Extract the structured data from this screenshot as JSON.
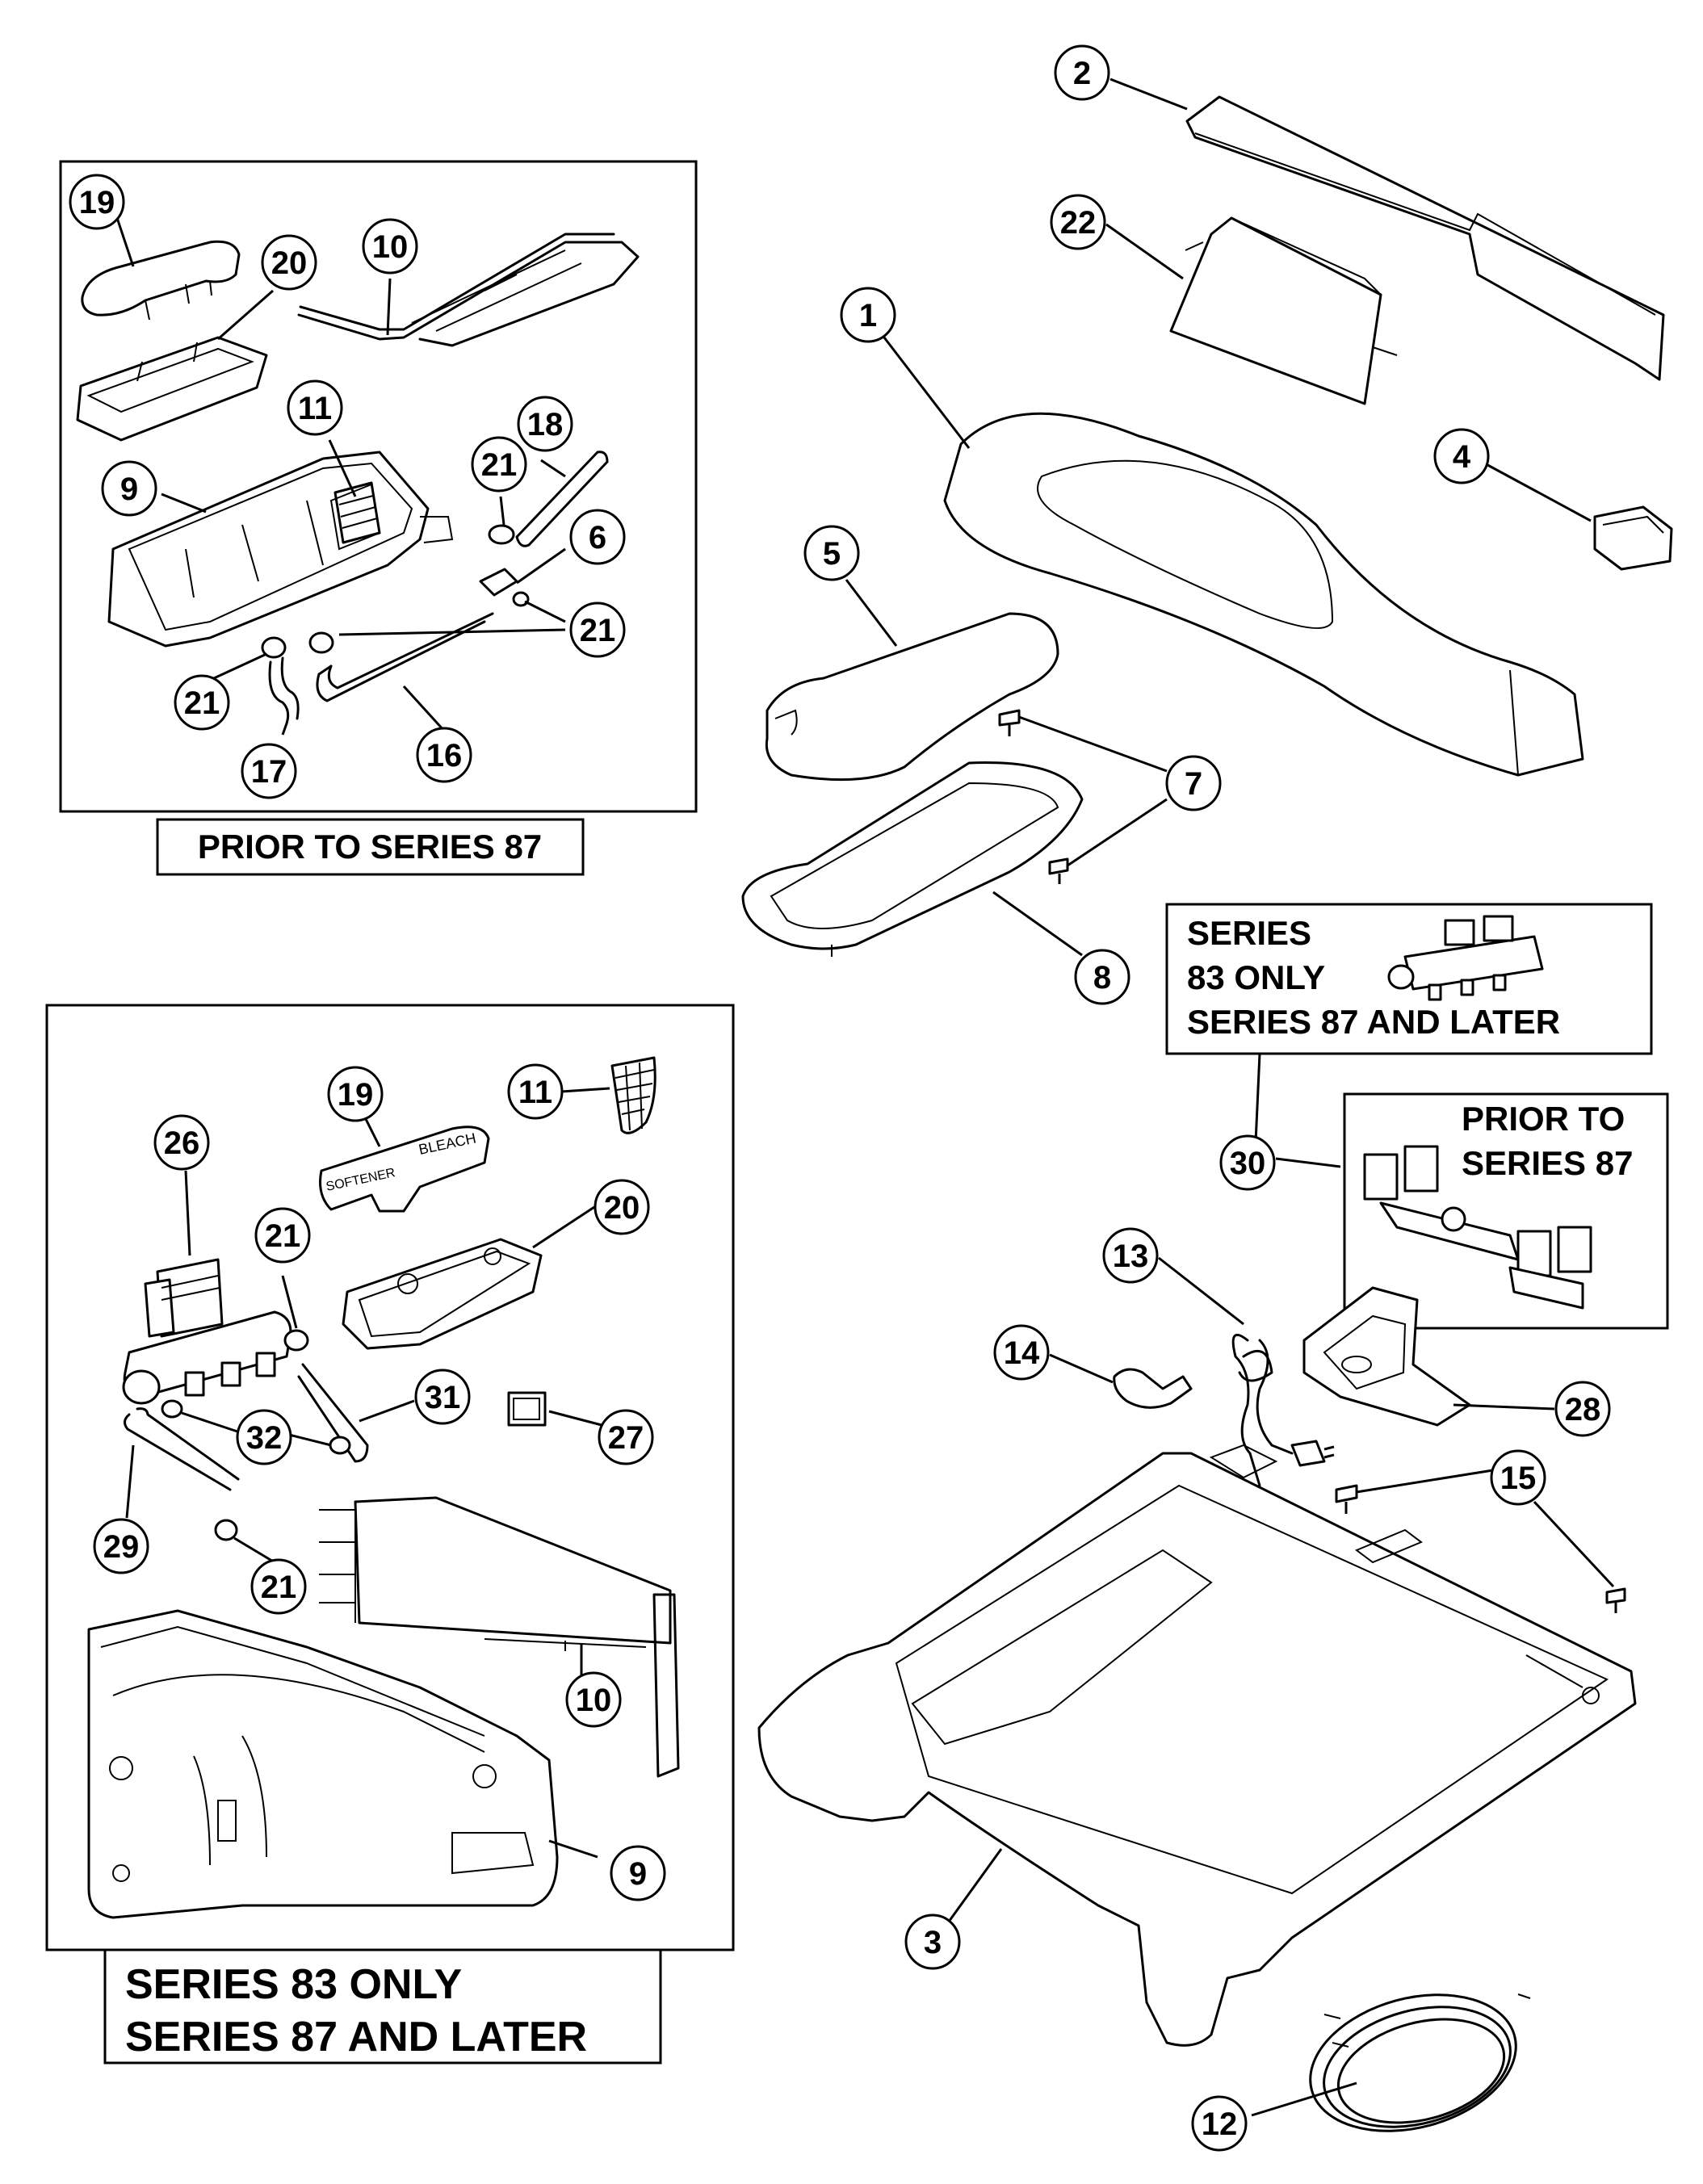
{
  "box_labels": {
    "prior_to_87": "PRIOR TO SERIES 87",
    "series_83_line1": "SERIES  83  ONLY",
    "series_83_line2": "SERIES 87 AND LATER",
    "valve_line1": "SERIES",
    "valve_line2": "83 ONLY",
    "valve_line3": "SERIES 87 AND LATER",
    "valve_prior_line1": "PRIOR TO",
    "valve_prior_line2": "SERIES 87"
  },
  "callouts": {
    "c1": "1",
    "c2": "2",
    "c3": "3",
    "c4": "4",
    "c5": "5",
    "c7": "7",
    "c8": "8",
    "c12": "12",
    "c13": "13",
    "c14": "14",
    "c15": "15",
    "c22": "22",
    "c28": "28",
    "c30": "30",
    "a19": "19",
    "a20": "20",
    "a10": "10",
    "a11": "11",
    "a18": "18",
    "a21a": "21",
    "a9": "9",
    "a6": "6",
    "a21b": "21",
    "a21c": "21",
    "a17": "17",
    "a16": "16",
    "b19": "19",
    "b11": "11",
    "b26": "26",
    "b21a": "21",
    "b20": "20",
    "b31": "31",
    "b32": "32",
    "b27": "27",
    "b29": "29",
    "b21b": "21",
    "b10": "10",
    "b9": "9"
  },
  "embedded_text": {
    "bleach": "BLEACH",
    "softener": "SOFTENER"
  }
}
